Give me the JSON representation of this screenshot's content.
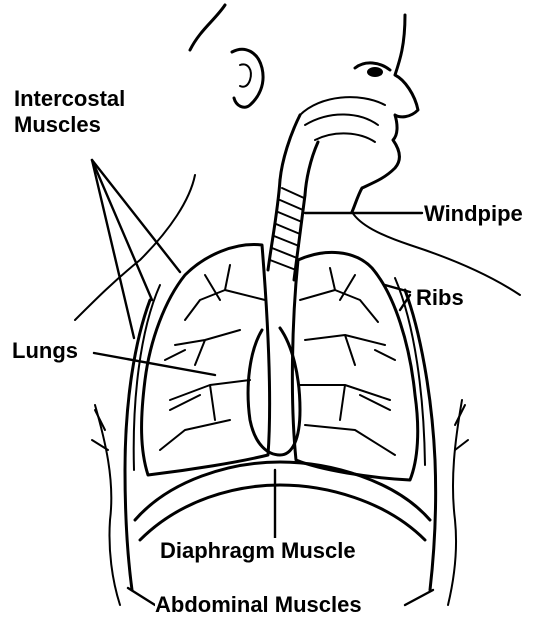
{
  "labels": {
    "intercostal_muscles": "Intercostal\nMuscles",
    "windpipe": "Windpipe",
    "ribs": "Ribs",
    "lungs": "Lungs",
    "diaphragm_muscle": "Diaphragm Muscle",
    "abdominal_muscles": "Abdominal Muscles"
  }
}
